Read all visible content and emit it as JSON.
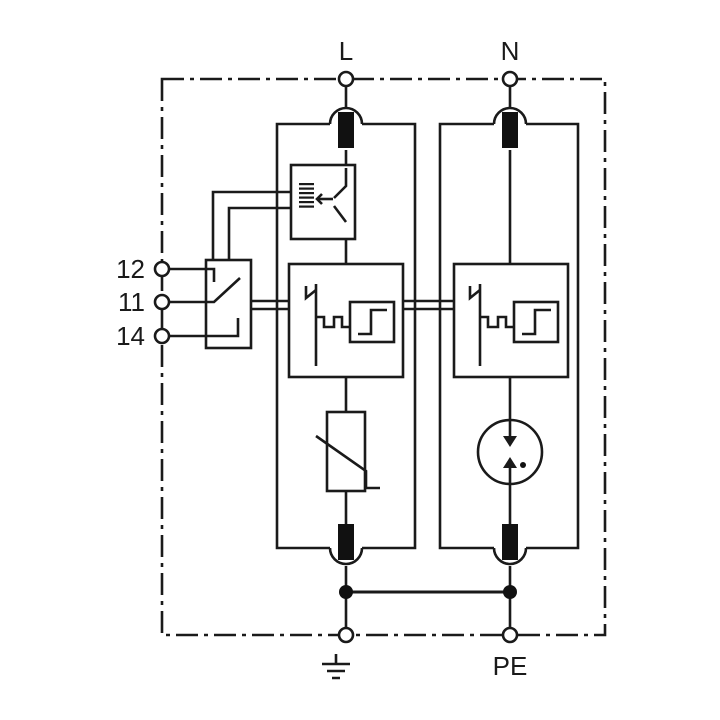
{
  "terminals": {
    "line": "L",
    "neutral": "N",
    "protective_earth": "PE",
    "remote_contact_12": "12",
    "remote_contact_11": "11",
    "remote_contact_14": "14"
  },
  "symbols": {
    "ground": "ground-icon",
    "varistor": "varistor-icon",
    "spark_gap": "spark-gap-icon",
    "fuse": "fuse-icon",
    "thermal_disconnector": "thermal-disconnector-icon",
    "changeover_contact": "changeover-contact-icon"
  },
  "colors": {
    "line": "#1a1a1a",
    "background": "#ffffff"
  }
}
